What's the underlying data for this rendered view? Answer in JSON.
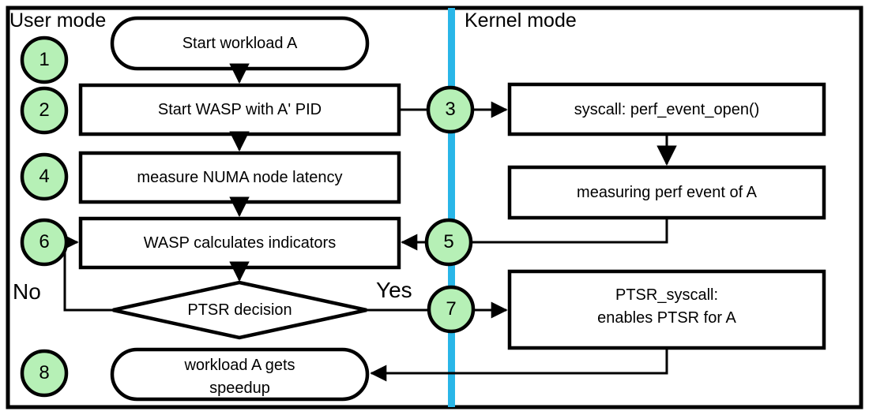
{
  "diagram": {
    "title": "WASP / PTSR user-kernel workflow flowchart",
    "colors": {
      "circle_fill": "#b6f0b6",
      "divider": "#29b6e8",
      "stroke": "#000000",
      "background": "#ffffff"
    },
    "lanes": [
      {
        "id": "user",
        "label": "User mode"
      },
      {
        "id": "kernel",
        "label": "Kernel mode"
      }
    ],
    "step_markers": [
      {
        "id": "m1",
        "label": "1"
      },
      {
        "id": "m2",
        "label": "2"
      },
      {
        "id": "m3",
        "label": "3"
      },
      {
        "id": "m4",
        "label": "4"
      },
      {
        "id": "m5",
        "label": "5"
      },
      {
        "id": "m6",
        "label": "6"
      },
      {
        "id": "m7",
        "label": "7"
      },
      {
        "id": "m8",
        "label": "8"
      }
    ],
    "nodes": [
      {
        "id": "n1",
        "shape": "stadium",
        "lane": "user",
        "text": "Start workload A"
      },
      {
        "id": "n2",
        "shape": "rect",
        "lane": "user",
        "text": "Start WASP with A' PID"
      },
      {
        "id": "n3",
        "shape": "rect",
        "lane": "kernel",
        "text": "syscall: perf_event_open()"
      },
      {
        "id": "n4",
        "shape": "rect",
        "lane": "user",
        "text": "measure NUMA node latency"
      },
      {
        "id": "n5",
        "shape": "rect",
        "lane": "kernel",
        "text": "measuring perf event of A"
      },
      {
        "id": "n6",
        "shape": "rect",
        "lane": "user",
        "text": "WASP calculates indicators"
      },
      {
        "id": "n7",
        "shape": "diamond",
        "lane": "user",
        "text": "PTSR decision"
      },
      {
        "id": "n8",
        "shape": "rect",
        "lane": "kernel",
        "text_line1": "PTSR_syscall:",
        "text_line2": "enables PTSR for A"
      },
      {
        "id": "n9",
        "shape": "stadium",
        "lane": "user",
        "text_line1": "workload A gets",
        "text_line2": "speedup"
      }
    ],
    "edge_labels": [
      {
        "id": "no",
        "text": "No"
      },
      {
        "id": "yes",
        "text": "Yes"
      }
    ]
  }
}
